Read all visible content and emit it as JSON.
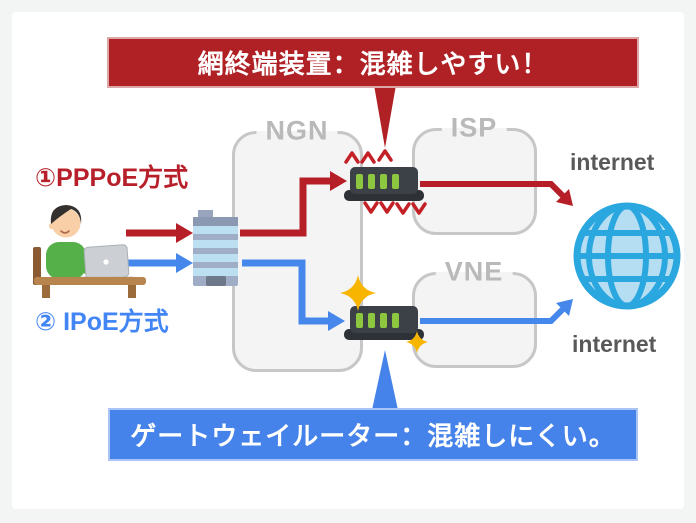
{
  "page": {
    "background": "#f3f4f4",
    "panel_background": "#ffffff"
  },
  "banner_top": {
    "text": "網終端装置：混雑しやすい！",
    "bg_color": "#b02125",
    "text_color": "#ffffff"
  },
  "banner_bottom": {
    "text": "ゲートウェイルーター：混雑しにくい。",
    "bg_color": "#4583ea",
    "text_color": "#ffffff"
  },
  "methods": {
    "pppoe": {
      "label": "①PPPoE方式",
      "color": "#b7202a"
    },
    "ipoe": {
      "label": "② IPoE方式",
      "color": "#4285f4"
    }
  },
  "zones": {
    "ngn": {
      "label": "NGN"
    },
    "isp": {
      "label": "ISP"
    },
    "vne": {
      "label": "VNE"
    }
  },
  "internet_top": {
    "label": "internet"
  },
  "internet_bottom": {
    "label": "internet"
  },
  "icons": {
    "user": "user-at-laptop-illustration",
    "building": "ngn-access-building-icon",
    "router_congested": "network-terminal-router-icon",
    "router_smooth": "gateway-router-icon",
    "globe": "internet-globe-icon",
    "sparkle": "sparkle-icon",
    "congestion": "congestion-shake-marks"
  },
  "colors": {
    "route_pppoe_red": "#b61f27",
    "route_ipoe_blue": "#4687ec",
    "zone_border_gray": "#c7c7c7",
    "zone_fill_gray": "#f4f4f4",
    "zone_label_gray": "#b9b9b9",
    "internet_text_gray": "#595959",
    "led_green": "#8dc63f",
    "sparkle_yellow": "#f7b500",
    "globe_blue": "#2ba7e0"
  }
}
